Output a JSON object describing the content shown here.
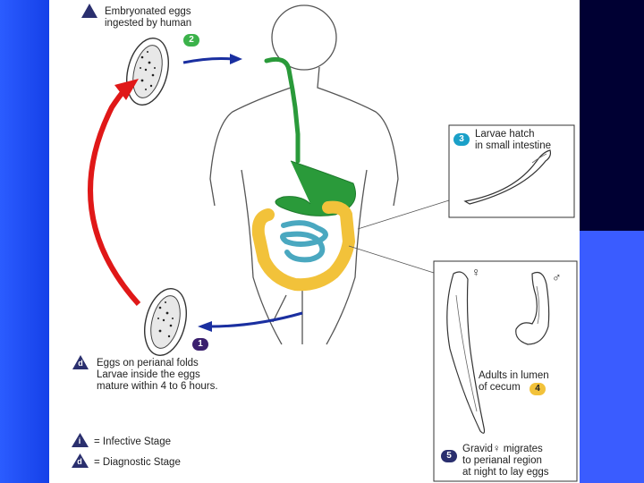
{
  "theme": {
    "left_bar": "#2b5cff",
    "right_bar": "#000033",
    "right_accent": "#3a5cff",
    "panel": "#ffffff"
  },
  "diagram": {
    "step1_top": {
      "number": "i",
      "line1": "Embryonated eggs",
      "line2": "ingested by human"
    },
    "step2_badge": "2",
    "step3": {
      "badge": "3",
      "line1": "Larvae hatch",
      "line2": "in small intestine"
    },
    "step4": {
      "badge": "4",
      "line1": "Adults in lumen",
      "line2": "of cecum"
    },
    "step5": {
      "badge": "5",
      "line1": "Gravid♀ migrates",
      "line2": "to perianal region",
      "line3": "at night to lay eggs"
    },
    "step1_bottom": {
      "badge": "1"
    },
    "diagnostic": {
      "number": "d",
      "line1": "Eggs on perianal folds",
      "line2": "Larvae inside the eggs",
      "line3": "mature within 4 to 6 hours."
    },
    "female_symbol": "♀",
    "male_symbol": "♂",
    "legend": {
      "infective_icon": "i",
      "infective": "= Infective Stage",
      "diagnostic_icon": "d",
      "diagnostic": "= Diagnostic Stage"
    }
  },
  "icons": {
    "infective": "triangle-i-icon",
    "diagnostic": "triangle-d-icon"
  }
}
